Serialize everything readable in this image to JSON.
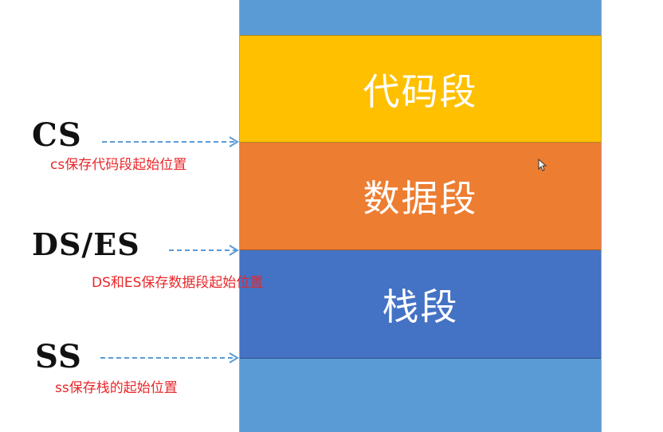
{
  "segments": {
    "code": "代码段",
    "data": "数据段",
    "stack": "栈段"
  },
  "registers": {
    "cs": {
      "label": "CS",
      "note": "cs保存代码段起始位置"
    },
    "ds_es": {
      "label": "DS/ES",
      "note": "DS和ES保存数据段起始位置"
    },
    "ss": {
      "label": "SS",
      "note": "ss保存栈的起始位置"
    }
  },
  "colors": {
    "code_segment": "#ffc000",
    "data_segment": "#ed7d31",
    "stack_segment": "#4472c4",
    "other_memory": "#5b9bd5",
    "annotation_text": "#e8272a",
    "arrow": "#5b9bd5"
  },
  "icons": {
    "pointer": "mouse-pointer-icon"
  }
}
